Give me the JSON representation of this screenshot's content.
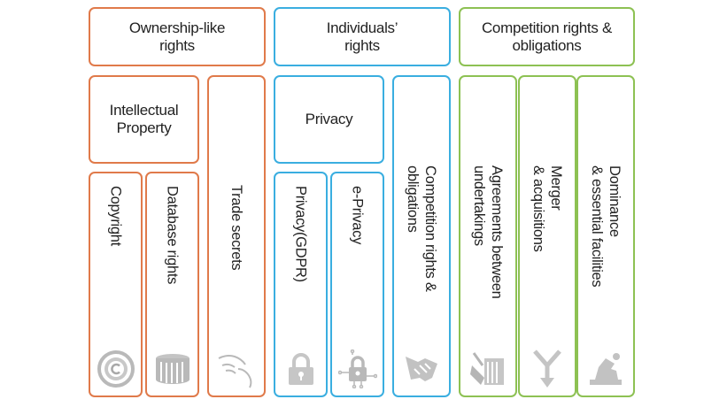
{
  "colors": {
    "ownership": "#e07a4a",
    "individuals": "#3aaee0",
    "competition": "#8dc153",
    "icon": "#b9b9b9"
  },
  "headers": {
    "ownership": "Ownership-like\nrights",
    "individuals": "Individuals’\nrights",
    "competition": "Competition rights &\nobligations"
  },
  "groups": {
    "intellectual_property": "Intellectual\nProperty",
    "privacy": "Privacy"
  },
  "columns": {
    "copyright": {
      "label": "Copyright",
      "icon": "copyright-disc-icon"
    },
    "database_rights": {
      "label": "Database rights",
      "icon": "database-stack-icon"
    },
    "trade_secrets": {
      "label": "Trade secrets",
      "icon": "hand-secret-icon"
    },
    "privacy_gdpr": {
      "label": "Privacy(GDPR)",
      "icon": "padlock-icon"
    },
    "e_privacy": {
      "label": "e-Privacy",
      "icon": "circuit-padlock-icon"
    },
    "competition": {
      "label": "Competition rights &\nobligations",
      "icon": "handshake-icon"
    },
    "agreements": {
      "label": "Agreements between\nundertakings",
      "icon": "agreement-document-icon"
    },
    "merger": {
      "label": "Merger\n& acquisitions",
      "icon": "merge-arrow-icon"
    },
    "dominance": {
      "label": "Dominance\n& essential facilities",
      "icon": "dominance-piece-icon"
    }
  }
}
